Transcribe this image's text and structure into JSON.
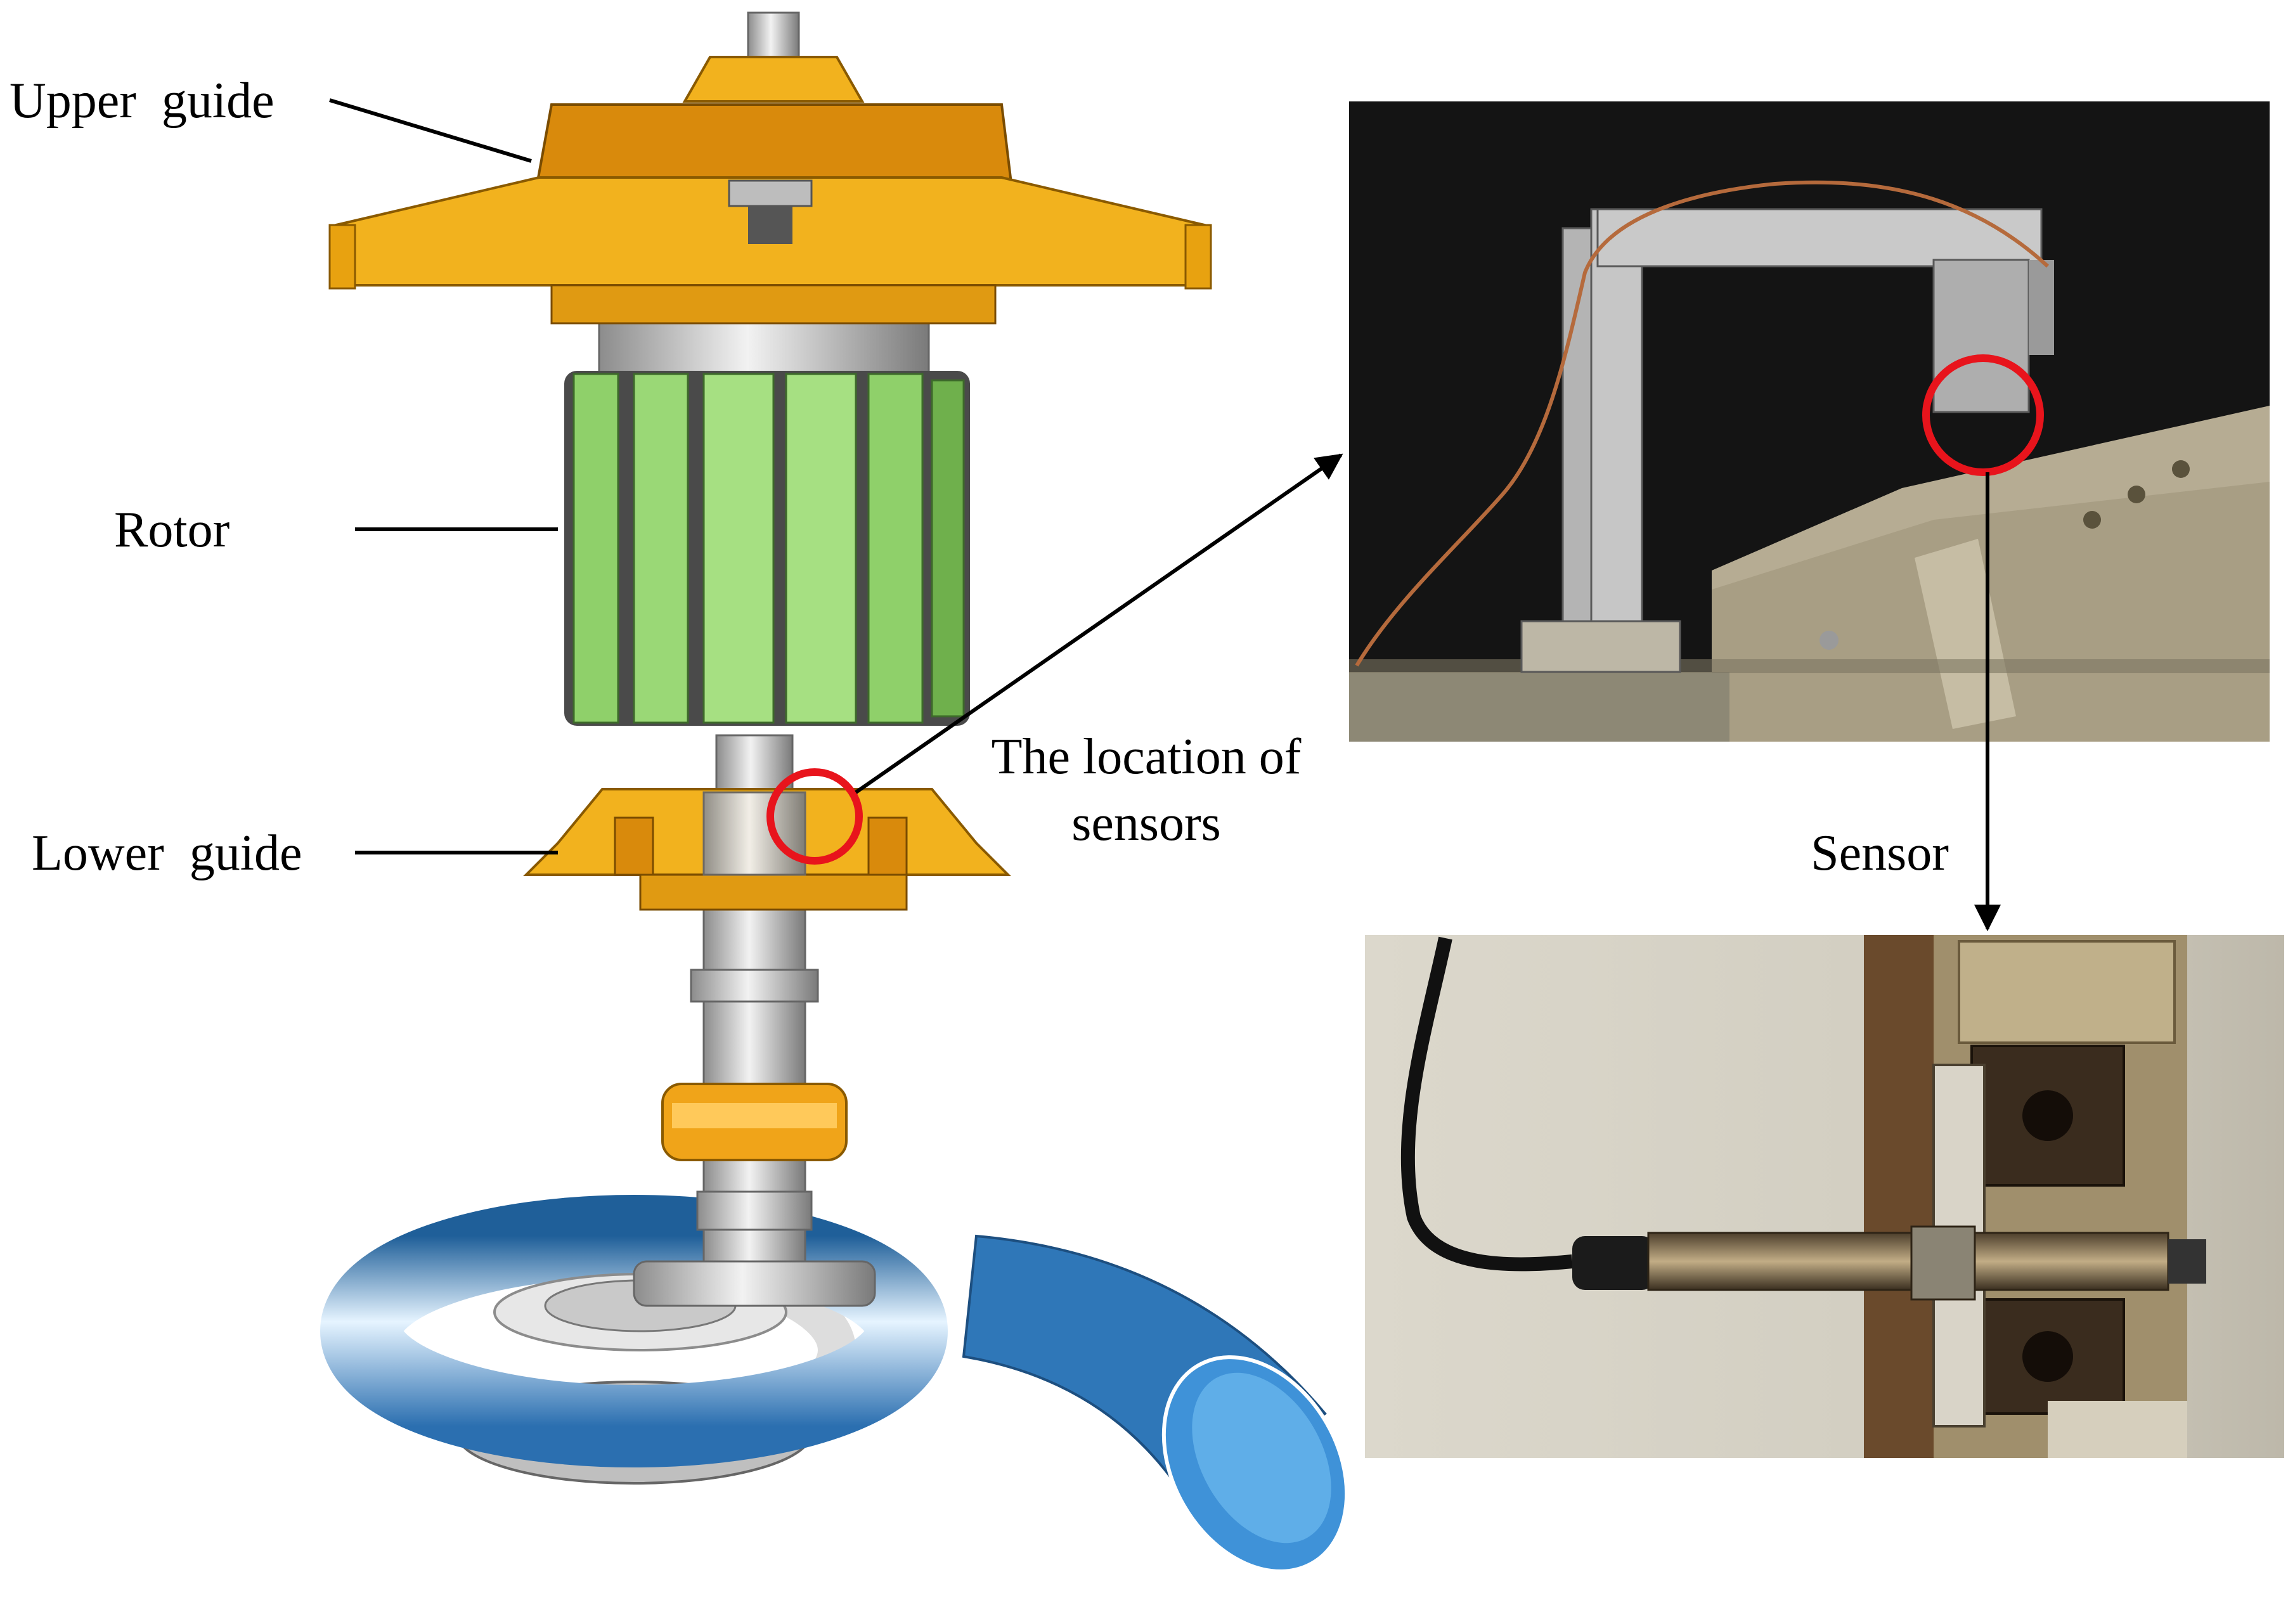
{
  "labels": {
    "upper_guide": "Upper  guide",
    "rotor": "Rotor",
    "lower_guide": "Lower  guide",
    "location_line1": "The location of",
    "location_line2": "sensors",
    "sensor": "Sensor"
  },
  "colors": {
    "guide_yellow": "#f2b21e",
    "guide_orange": "#d98a0c",
    "rotor_green": "#8fd06a",
    "rotor_dark": "#4a4a4a",
    "shaft_gray": "#c8c8c8",
    "spiral_blue": "#3d8fd1",
    "highlight_red": "#e8141c",
    "photo_dark": "#141414",
    "photo_light": "#d6d2c6"
  },
  "icons": {
    "marker": "red-circle-marker",
    "connector": "arrow"
  }
}
